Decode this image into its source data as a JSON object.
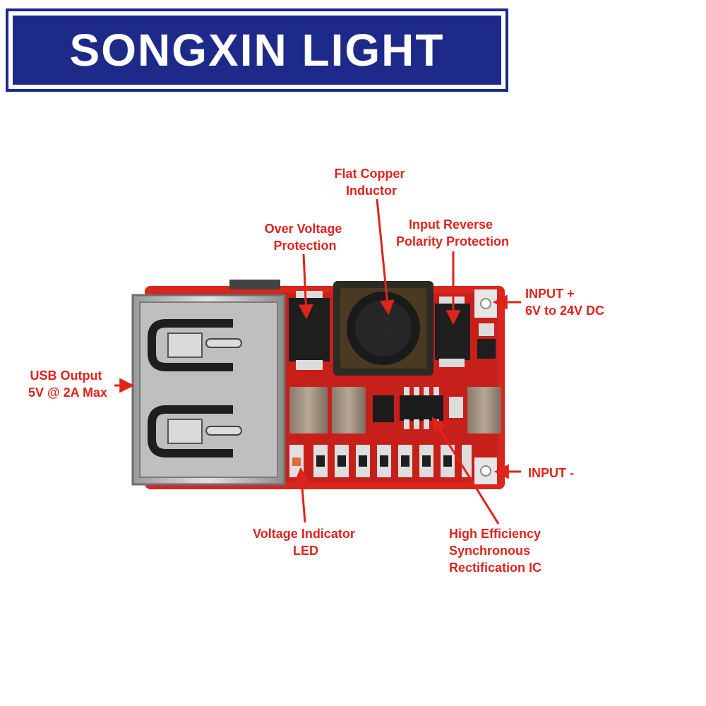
{
  "brand": {
    "name": "SONGXIN LIGHT"
  },
  "labels": {
    "flat_copper_inductor": [
      "Flat Copper",
      "Inductor"
    ],
    "over_voltage_protection": [
      "Over Voltage",
      "Protection"
    ],
    "input_reverse_polarity": [
      "Input Reverse",
      "Polarity Protection"
    ],
    "input_plus": [
      "INPUT +",
      "6V to 24V DC"
    ],
    "usb_output": [
      "USB Output",
      "5V @ 2A Max"
    ],
    "input_minus": [
      "INPUT -"
    ],
    "voltage_indicator_led": [
      "Voltage Indicator",
      "LED"
    ],
    "sync_rectification_ic": [
      "High Efficiency",
      "Synchronous",
      "Rectification IC"
    ]
  },
  "component_marks": {
    "inductor_code": "4R7"
  },
  "colors": {
    "label": "#e0231b",
    "pcb": "#d8261f",
    "banner": "#1d2a8a"
  }
}
